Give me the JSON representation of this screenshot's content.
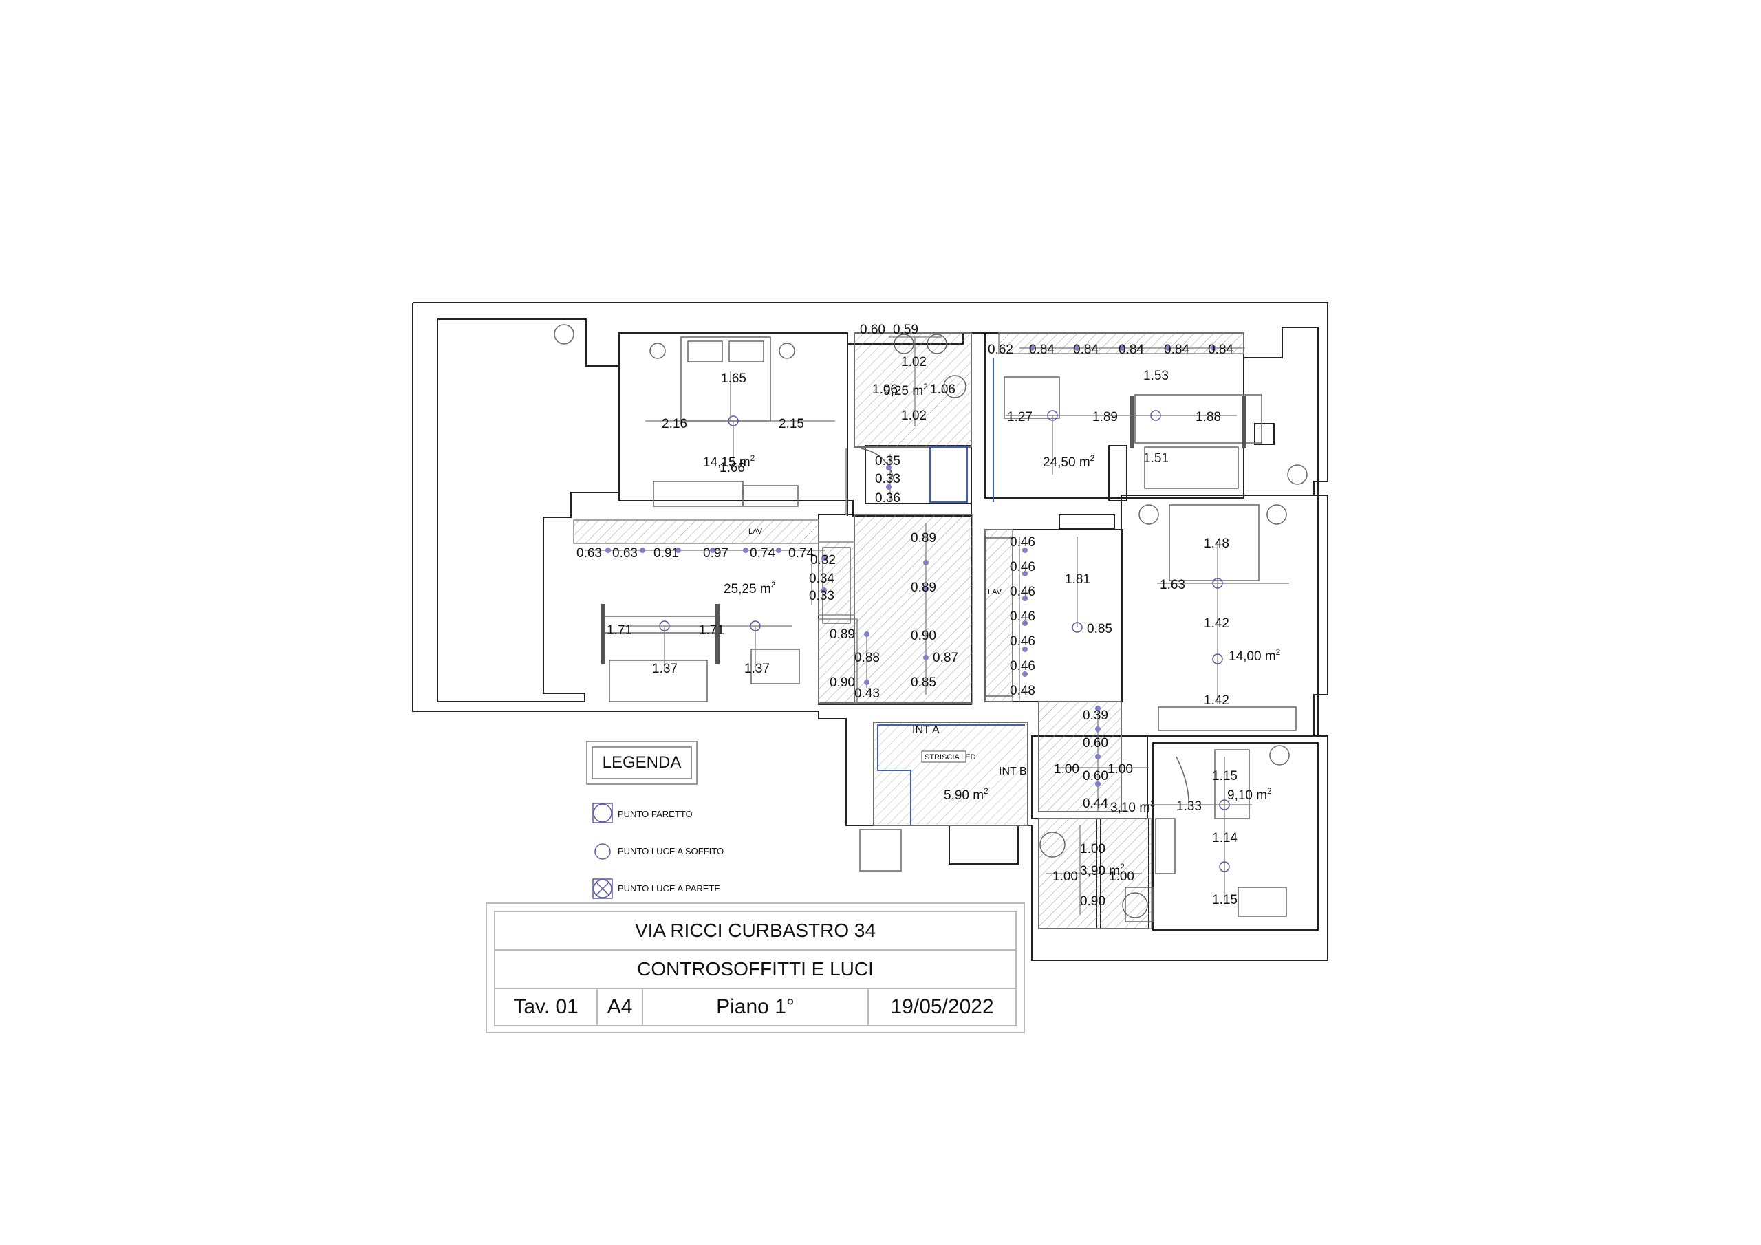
{
  "legend": {
    "title": "LEGENDA",
    "items": [
      {
        "icon": "spotlight-icon",
        "label": "PUNTO FARETTO"
      },
      {
        "icon": "ceiling-light-icon",
        "label": "PUNTO LUCE A SOFFITO"
      },
      {
        "icon": "wall-light-icon",
        "label": "PUNTO LUCE A PARETE"
      }
    ]
  },
  "title_block": {
    "address": "VIA RICCI CURBASTRO 34",
    "subject": "CONTROSOFFITTI E LUCI",
    "sheet": "Tav. 01",
    "format": "A4",
    "floor": "Piano 1°",
    "date": "19/05/2022"
  },
  "plan": {
    "area_unit": "m",
    "areas": [
      "14,15",
      "25,25",
      "9,25",
      "24,50",
      "14,00",
      "5,90",
      "3,10",
      "9,10",
      "3,90"
    ],
    "room_labels": [
      "LAV",
      "LAV",
      "INT A",
      "INT B",
      "STRISCIA LED"
    ],
    "dimensions": {
      "bedroom_left": [
        "1.65",
        "2.16",
        "2.15",
        "1.66"
      ],
      "kitchen_strip_left": [
        "0.63",
        "0.63",
        "0.91",
        "0.97",
        "0.74",
        "0.74"
      ],
      "living_left": [
        "1.71",
        "1.71",
        "1.37",
        "1.37"
      ],
      "kitchen_side_left": [
        "0.32",
        "0.34",
        "0.33"
      ],
      "bath_top": [
        "0.60",
        "0.59",
        "1.02",
        "1.06",
        "1.06",
        "1.02"
      ],
      "hall_small": [
        "0.35",
        "0.33",
        "0.36"
      ],
      "corridor": [
        "0.89",
        "0.89",
        "0.90",
        "0.87",
        "0.85",
        "0.89",
        "0.88",
        "0.90",
        "0.43"
      ],
      "living_right_top": [
        "0.62",
        "0.84",
        "0.84",
        "0.84",
        "0.84",
        "0.84",
        "1.53"
      ],
      "living_right": [
        "1.27",
        "1.89",
        "1.88",
        "1.51",
        "1.81",
        "0.85"
      ],
      "kitchen_right": [
        "0.46",
        "0.46",
        "0.46",
        "0.46",
        "0.46",
        "0.46",
        "0.48"
      ],
      "bedroom_right": [
        "1.48",
        "1.63",
        "1.42",
        "1.42"
      ],
      "hall_right": [
        "0.39",
        "0.60",
        "0.60",
        "1.00",
        "1.00",
        "0.44",
        "1.33"
      ],
      "bath_right": [
        "1.00",
        "1.00",
        "1.00",
        "0.90"
      ],
      "study": [
        "1.15",
        "1.14",
        "1.15"
      ]
    }
  }
}
